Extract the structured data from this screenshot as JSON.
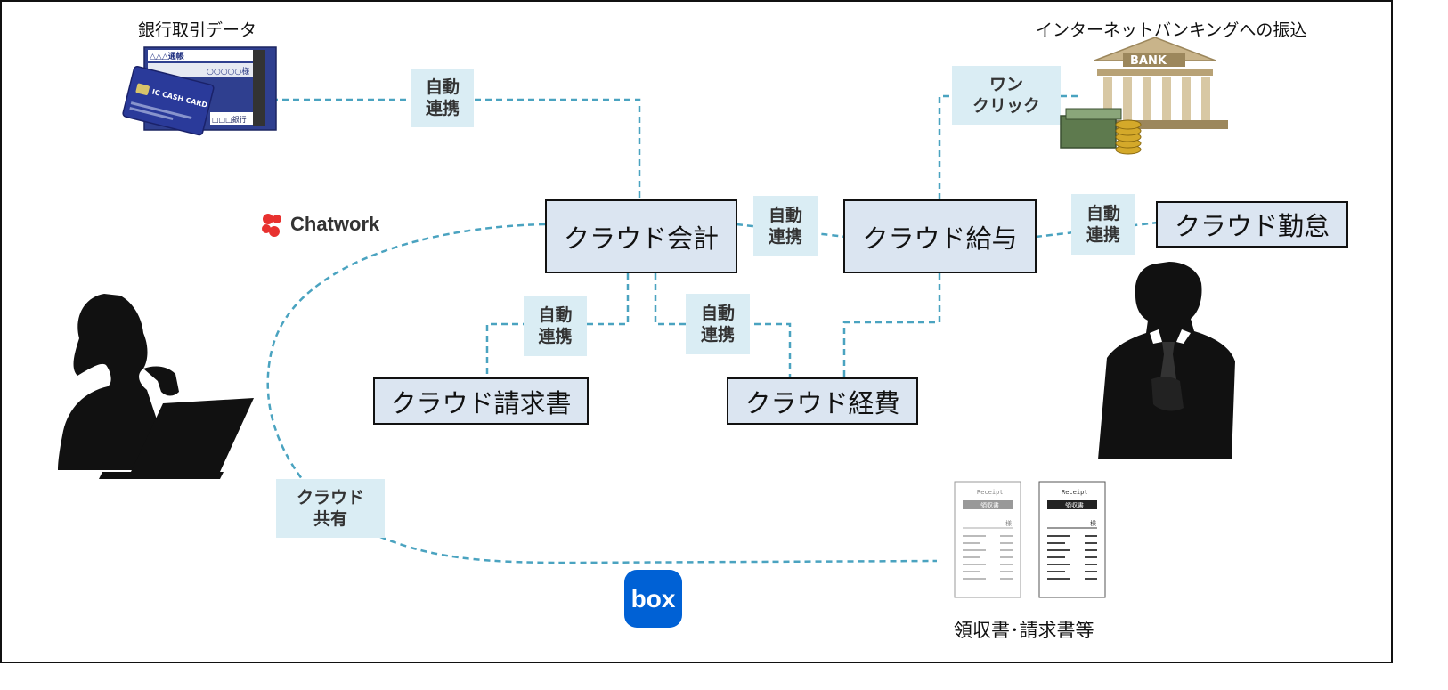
{
  "captions": {
    "bank_data": "銀行取引データ",
    "net_banking": "インターネットバンキングへの振込",
    "receipts": "領収書･請求書等"
  },
  "nodes": {
    "accounting": "クラウド会計",
    "payroll": "クラウド給与",
    "attendance": "クラウド勤怠",
    "invoice": "クラウド請求書",
    "expense": "クラウド経費"
  },
  "tags": {
    "auto_top": "自動\n連携",
    "one_click": "ワン\nクリック",
    "auto_mid": "自動\n連携",
    "auto_right": "自動\n連携",
    "auto_invoice": "自動\n連携",
    "auto_expense": "自動\n連携",
    "cloud_share": "クラウド\n共有"
  },
  "logos": {
    "chatwork": "Chatwork",
    "box": "box"
  },
  "card": {
    "bankbook_title": "△△△通帳",
    "bankbook_name": "○○○○○様",
    "ic_card": "IC CASH CARD",
    "bank_footer": "□□□銀行"
  },
  "bank_sign": "BANK",
  "receipt_doc": {
    "label": "Receipt",
    "title": "領収書",
    "honorific": "様"
  },
  "colors": {
    "node_fill": "#dbe5f1",
    "tag_fill": "#daedf4",
    "dash_line": "#4aa3c0",
    "box_logo": "#0061d5",
    "chatwork_red": "#e8312f"
  }
}
